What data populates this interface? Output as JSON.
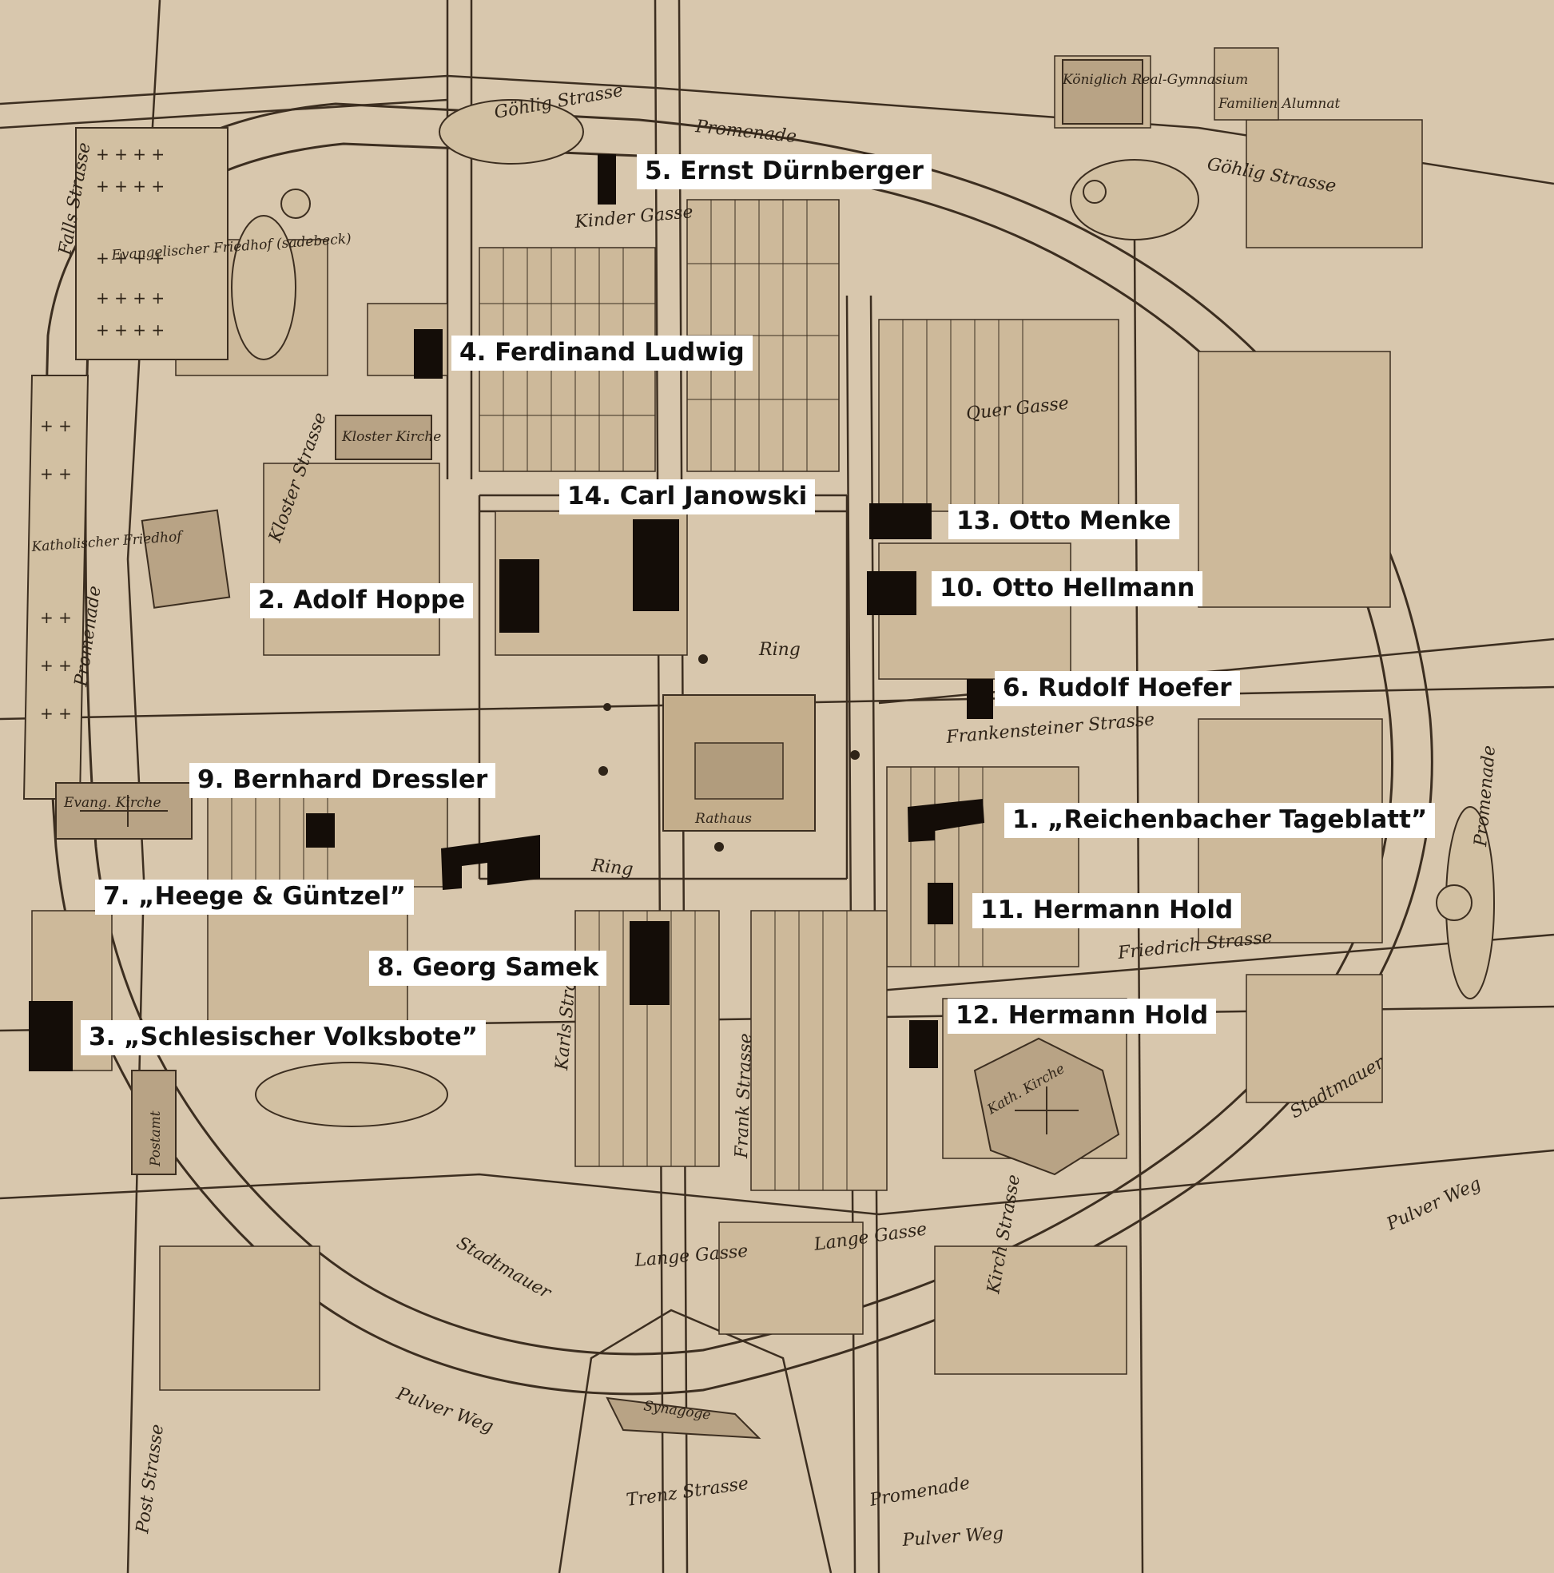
{
  "colors": {
    "paper": "#d8c7ad",
    "street": "#e6d8c0",
    "block": "#c9b595",
    "line": "#3c2e20",
    "marker": "#140d08",
    "label_bg": "#ffffff",
    "label_text": "#111111"
  },
  "callouts": [
    {
      "id": "c1",
      "text": "1. „Reichenbacher Tageblatt”"
    },
    {
      "id": "c2",
      "text": "2. Adolf Hoppe"
    },
    {
      "id": "c3",
      "text": "3. „Schlesischer Volksbote”"
    },
    {
      "id": "c4",
      "text": "4. Ferdinand Ludwig"
    },
    {
      "id": "c5",
      "text": "5. Ernst Dürnberger"
    },
    {
      "id": "c6",
      "text": "6. Rudolf Hoefer"
    },
    {
      "id": "c7",
      "text": "7. „Heege & Güntzel”"
    },
    {
      "id": "c8",
      "text": "8. Georg Samek"
    },
    {
      "id": "c9",
      "text": "9. Bernhard Dressler"
    },
    {
      "id": "c10",
      "text": "10. Otto Hellmann"
    },
    {
      "id": "c11",
      "text": "11. Hermann Hold"
    },
    {
      "id": "c12",
      "text": "12. Hermann Hold"
    },
    {
      "id": "c13",
      "text": "13. Otto Menke"
    },
    {
      "id": "c14",
      "text": "14. Carl Janowski"
    }
  ],
  "streets": {
    "goehlig_strasse_1": "Göhlig Strasse",
    "goehlig_strasse_2": "Göhlig Strasse",
    "promenade_top": "Promenade",
    "promenade_left": "Promenade",
    "promenade_right": "Promenade",
    "promenade_bottom": "Promenade",
    "falls_strasse": "Falls Strasse",
    "kloster_strasse": "Kloster Strasse",
    "quer_gasse": "Quer Gasse",
    "ring_top": "Ring",
    "ring_bottom": "Ring",
    "frankensteiner": "Frankensteiner Strasse",
    "friedrich_strasse": "Friedrich Strasse",
    "kirch_strasse": "Kirch Strasse",
    "stadtmauer_left": "Stadtmauer",
    "stadtmauer_right": "Stadtmauer",
    "lange_gasse_1": "Lange Gasse",
    "lange_gasse_2": "Lange Gasse",
    "pulver_weg_1": "Pulver Weg",
    "pulver_weg_2": "Pulver Weg",
    "pulver_weg_3": "Pulver Weg",
    "post_strasse": "Post Strasse",
    "karls_strasse": "Karls Strasse",
    "frank_strasse": "Frank Strasse",
    "trenz_strasse": "Trenz Strasse",
    "kinder_gasse": "Kinder Gasse"
  },
  "places": {
    "evangelischer_friedhof": "Evangelischer Friedhof (sadebeck)",
    "katholischer_friedhof": "Katholischer Friedhof",
    "kloster_kirche": "Kloster Kirche",
    "evang_kirche": "Evang. Kirche",
    "rathaus": "Rathaus",
    "kath_kirche": "Kath. Kirche",
    "real_gymnasium": "Königlich Real-Gymnasium",
    "familien_alumnat": "Familien Alumnat",
    "postamt": "Postamt",
    "synagoge": "Synagoge"
  }
}
